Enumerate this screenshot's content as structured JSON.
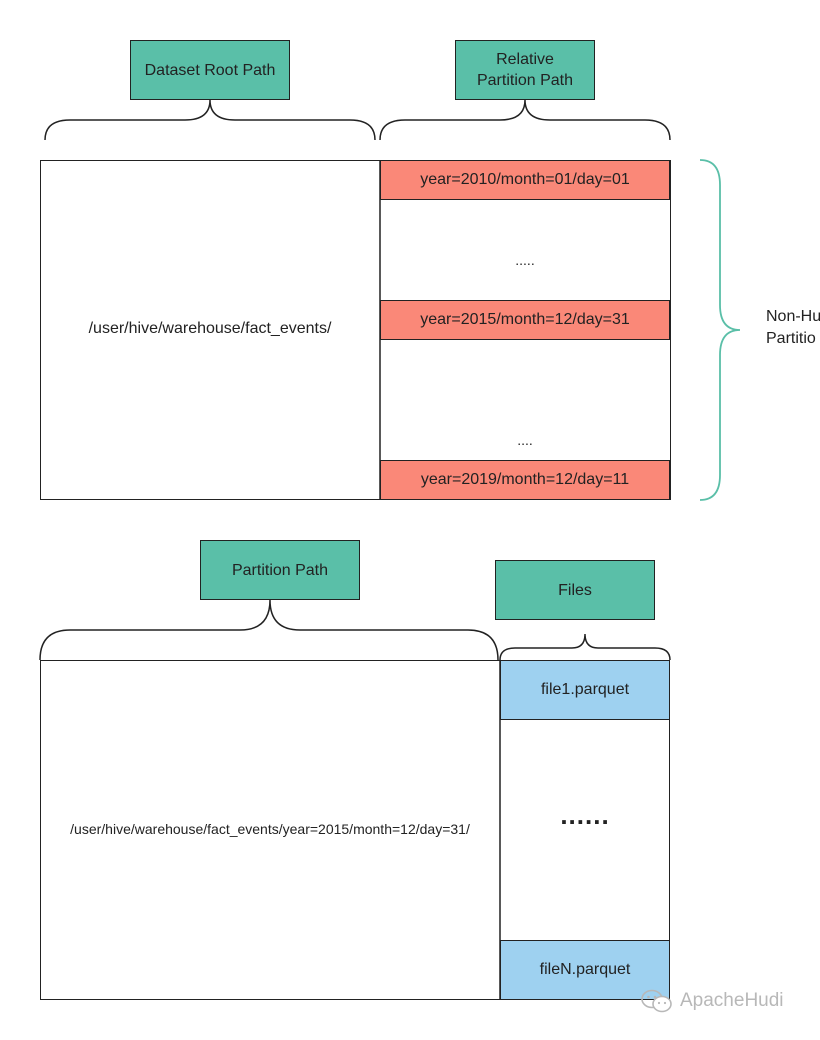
{
  "top": {
    "root_label": "Dataset Root Path",
    "relative_label_line1": "Relative",
    "relative_label_line2": "Partition Path",
    "root_path": "/user/hive/warehouse/fact_events/",
    "partitions": [
      "year=2010/month=01/day=01",
      ".....",
      "year=2015/month=12/day=31",
      "....",
      "year=2019/month=12/day=11"
    ],
    "side_label_line1": "Non-Hu",
    "side_label_line2": "Partitio"
  },
  "bottom": {
    "partition_label": "Partition Path",
    "files_label": "Files",
    "full_path": "/user/hive/warehouse/fact_events/year=2015/month=12/day=31/",
    "files": [
      "file1.parquet",
      "......",
      "fileN.parquet"
    ]
  },
  "watermark": {
    "text": "ApacheHudi"
  },
  "colors": {
    "teal": "#5abfa8",
    "partition_red": "#fa8878",
    "file_blue": "#9ed1f0",
    "brace_teal": "#5abfa8"
  }
}
